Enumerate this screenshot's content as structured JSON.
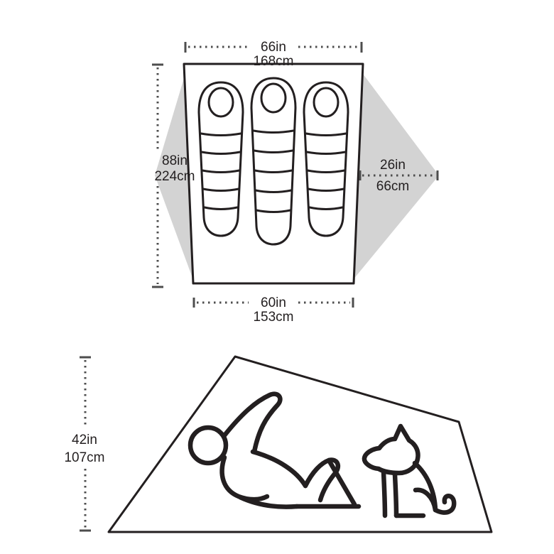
{
  "colors": {
    "line": "#231f20",
    "dimension": "#4d4d4d",
    "vestibule_fill": "#d3d3d3",
    "background": "#ffffff"
  },
  "floorplan": {
    "top_width_in": "66in",
    "top_width_cm": "168cm",
    "length_in": "88in",
    "length_cm": "224cm",
    "vestibule_depth_in": "26in",
    "vestibule_depth_cm": "66cm",
    "bottom_width_in": "60in",
    "bottom_width_cm": "153cm"
  },
  "side_view": {
    "height_in": "42in",
    "height_cm": "107cm"
  },
  "icons": {
    "sleeping_bag": "mummy-sleeping-bag-outline",
    "person": "reclining-person-outline",
    "dog": "sitting-dog-outline"
  }
}
